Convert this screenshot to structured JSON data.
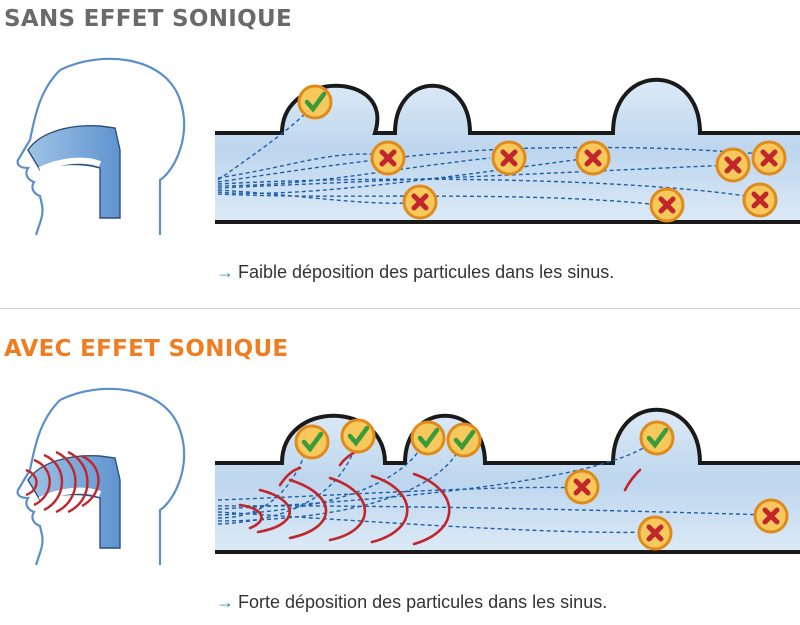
{
  "sections": [
    {
      "title": "SANS EFFET SONIQUE",
      "caption": "Faible déposition des particules dans les sinus."
    },
    {
      "title": "AVEC EFFET SONIQUE",
      "caption": "Forte déposition des particules dans les sinus."
    }
  ],
  "icons": {
    "arrow": "→",
    "check": "check-badge-icon",
    "cross": "cross-badge-icon"
  },
  "colors": {
    "title_gray": "#6a6a6a",
    "title_orange": "#ef7d22",
    "tube_fill": "#c9dff2",
    "outline": "#1a1a1a",
    "dash_blue": "#1f5fa8",
    "head_blue": "#5a8fc8",
    "sonic_red": "#c0262b",
    "badge_fill": "#f7c85c",
    "badge_ring": "#e08a1c",
    "check_green": "#3a9b3a",
    "cross_red": "#c0262b"
  }
}
